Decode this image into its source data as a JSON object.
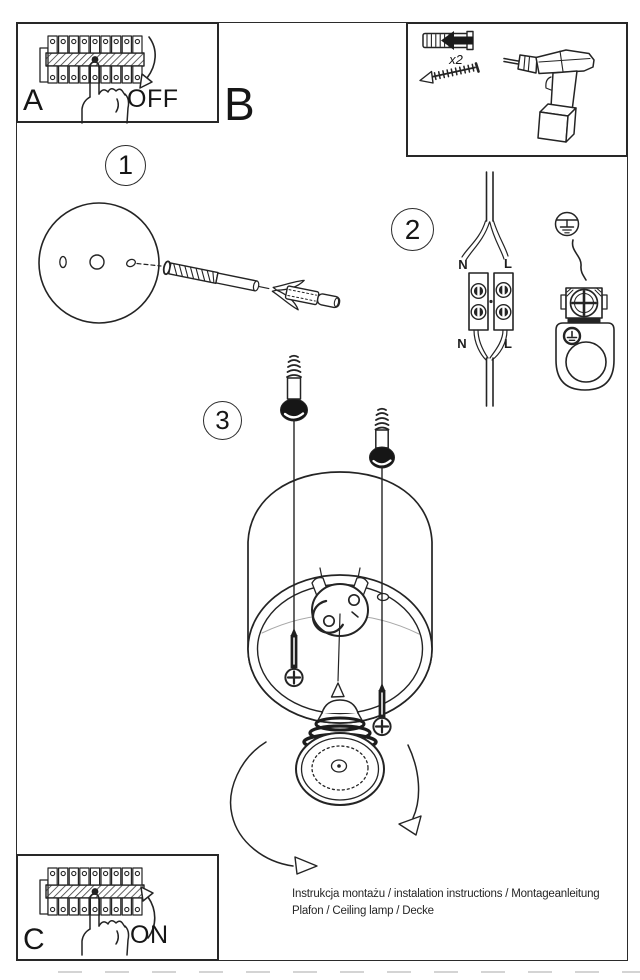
{
  "panel_a": {
    "label": "A",
    "switch_state": "OFF"
  },
  "panel_c": {
    "label": "C",
    "switch_state": "ON"
  },
  "section_b_label": "B",
  "hardware_box": {
    "dowel_quantity": "x2"
  },
  "steps": {
    "step1": "1",
    "step2": "2",
    "step3": "3"
  },
  "wiring_labels": {
    "neutral_top": "N",
    "live_top": "L",
    "neutral_bottom": "N",
    "live_bottom": "L"
  },
  "footer": {
    "line1": "Instrukcja montażu / instalation instructions / Montageanleitung",
    "line2": "Plafon / Ceiling lamp / Decke"
  },
  "colors": {
    "line": "#242424",
    "background": "#ffffff"
  }
}
